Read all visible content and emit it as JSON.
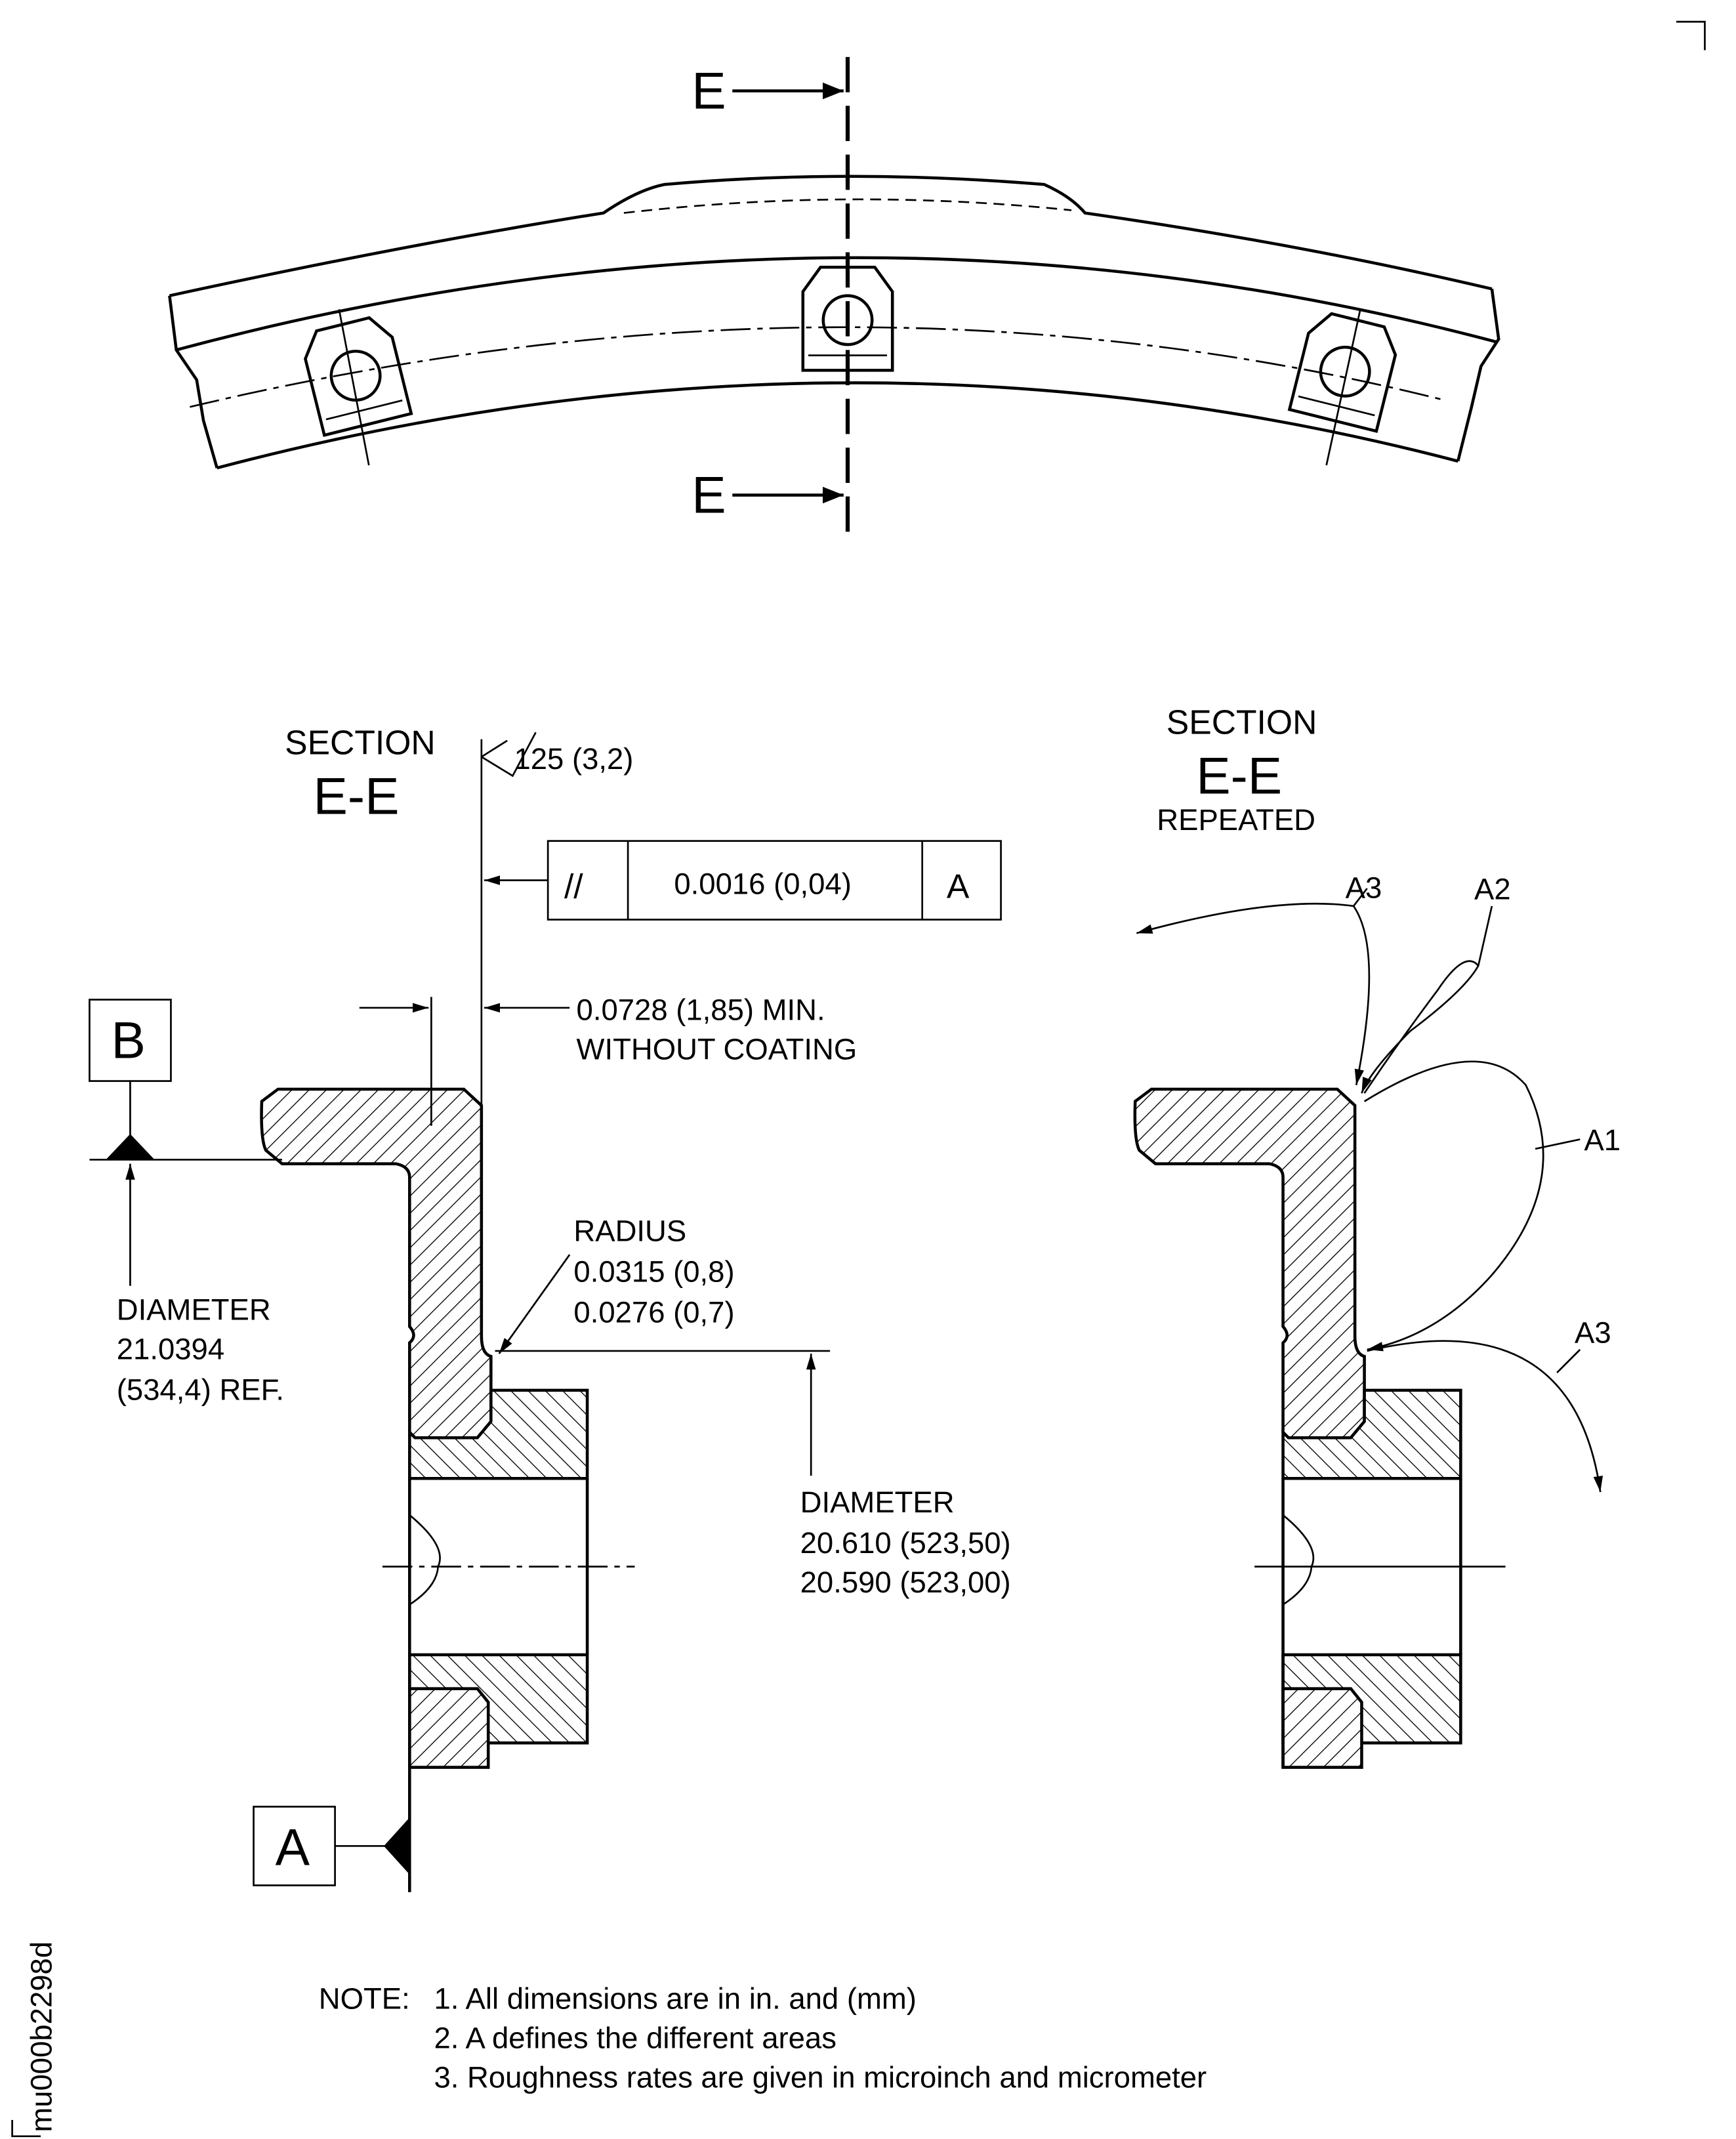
{
  "top_view": {
    "section_mark_top": "E",
    "section_mark_bottom": "E"
  },
  "left_section": {
    "title_small": "SECTION",
    "title_large": "E-E",
    "roughness": "125 (3,2)",
    "tolerance_frame": {
      "symbol": "//",
      "value": "0.0016 (0,04)",
      "datum": "A"
    },
    "thickness_dim": [
      "0.0728 (1,85) MIN.",
      "WITHOUT COATING"
    ],
    "datum_b": "B",
    "datum_a": "A",
    "diameter_ref": [
      "DIAMETER",
      "21.0394",
      "(534,4) REF."
    ],
    "radius": [
      "RADIUS",
      "0.0315 (0,8)",
      "0.0276 (0,7)"
    ],
    "diameter": [
      "DIAMETER",
      "20.610 (523,50)",
      "20.590 (523,00)"
    ]
  },
  "right_section": {
    "title_small": "SECTION",
    "title_large": "E-E",
    "subtitle": "REPEATED",
    "areas": {
      "a1": "A1",
      "a2": "A2",
      "a3_top": "A3",
      "a3_bottom": "A3"
    }
  },
  "notes": {
    "label": "NOTE:",
    "items": [
      "1. All dimensions are in in. and (mm)",
      "2. A defines the different areas",
      "3. Roughness rates are given in microinch and micrometer"
    ]
  },
  "figure_id": "mu000b2298d"
}
